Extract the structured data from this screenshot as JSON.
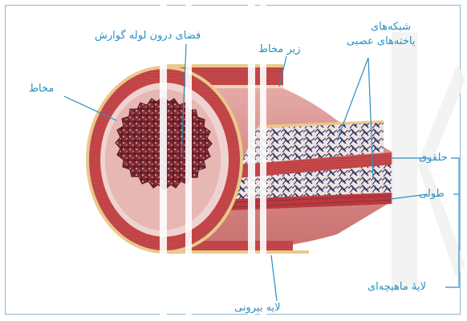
{
  "labels": {
    "lumen": "فضای درون لوله گوارش",
    "submucosa": "زیر مخاط",
    "nerve_network_line1": "شبکه‌های",
    "nerve_network_line2": "یاخته‌های عصبی",
    "mucosa": "مخاط",
    "circular": "حلقوی",
    "longitudinal": "طولی",
    "muscle_layer": "لایهٔ ماهیچه‌ای",
    "outer_layer": "لایه بیرونی"
  },
  "colors": {
    "label_text": "#2a8fc0",
    "leader_line": "#2a8fc0",
    "muscle": "#c0474a",
    "mucosa_dark": "#6e1f26",
    "outer_layer": "#e9c98c",
    "nerve_net": "#26305e"
  }
}
